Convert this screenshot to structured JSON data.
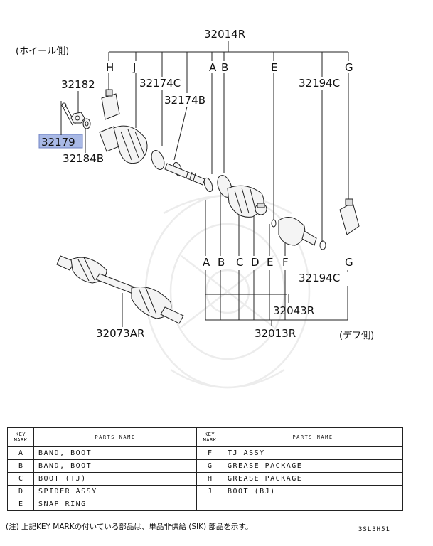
{
  "diagram": {
    "side_labels": {
      "wheel_side": "(ホイール側)",
      "diff_side": "(デフ側)"
    },
    "callouts": {
      "p32014R": "32014R",
      "p32182": "32182",
      "p32174C": "32174C",
      "p32174B": "32174B",
      "p32179": "32179",
      "p32184B": "32184B",
      "p32194C_top": "32194C",
      "p32194C_bottom": "32194C",
      "p32043R": "32043R",
      "p32013R": "32013R",
      "p32073AR": "32073AR"
    },
    "top_keys": [
      "H",
      "J",
      "A",
      "B",
      "E",
      "G"
    ],
    "bottom_keys": [
      "A",
      "B",
      "C",
      "D",
      "E",
      "F",
      "G"
    ],
    "highlight_color": "#a9b9e6"
  },
  "table": {
    "header_key": "KEY MARK",
    "header_name": "PARTS NAME",
    "left_rows": [
      {
        "key": "A",
        "name": "BAND, BOOT"
      },
      {
        "key": "B",
        "name": "BAND, BOOT"
      },
      {
        "key": "C",
        "name": "BOOT (TJ)"
      },
      {
        "key": "D",
        "name": "SPIDER ASSY"
      },
      {
        "key": "E",
        "name": "SNAP RING"
      }
    ],
    "right_rows": [
      {
        "key": "F",
        "name": "TJ ASSY"
      },
      {
        "key": "G",
        "name": "GREASE PACKAGE"
      },
      {
        "key": "H",
        "name": "GREASE PACKAGE"
      },
      {
        "key": "J",
        "name": "BOOT (BJ)"
      }
    ]
  },
  "footnote": "(注) 上記KEY MARKの付いている部品は、単品非供給 (SIK) 部品を示す。",
  "diagram_code": "3SL3H51"
}
